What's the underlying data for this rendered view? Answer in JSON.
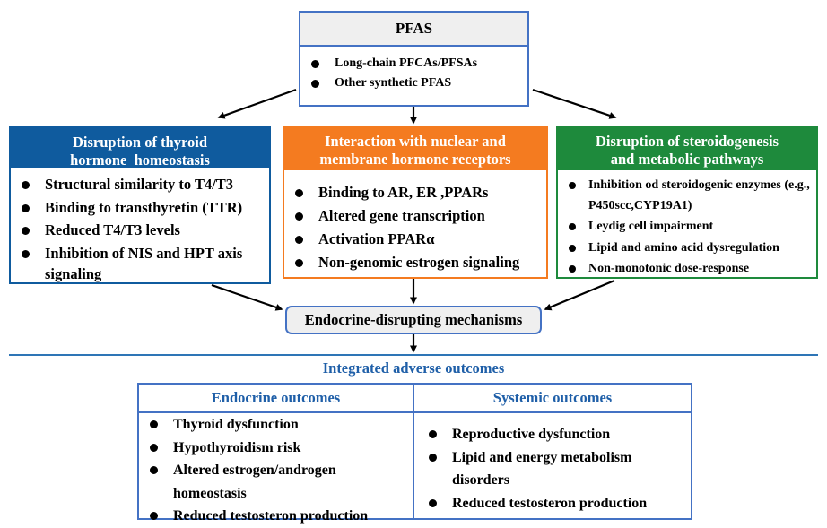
{
  "pfas": {
    "title": "PFAS",
    "items": [
      "Long-chain PFCAs/PFSAs",
      "Other synthetic PFAS"
    ]
  },
  "thyroid": {
    "title_line1": "Disruption of thyroid",
    "title_line2": "hormone  homeostasis",
    "color": "#0f5b9e",
    "items": [
      "Structural similarity to T4/T3",
      "Binding to transthyretin (TTR)",
      "Reduced T4/T3 levels",
      "Inhibition of NIS and HPT axis signaling"
    ]
  },
  "receptor": {
    "title_line1": "Interaction with nuclear and",
    "title_line2": "membrane hormone receptors",
    "color": "#f47b20",
    "items": [
      "Binding to AR, ER ,PPARs",
      "Altered gene transcription",
      "Activation PPARα",
      "Non-genomic estrogen signaling"
    ]
  },
  "steroid": {
    "title_line1": "Disruption of steroidogenesis",
    "title_line2": "and metabolic pathways",
    "color": "#1e8a3c",
    "items": [
      "Inhibition od steroidogenic enzymes (e.g., P450scc,CYP19A1)",
      "Leydig cell impairment",
      "Lipid and amino acid dysregulation",
      "Non-monotonic dose-response"
    ]
  },
  "mechanisms": {
    "label": "Endocrine-disrupting mechanisms"
  },
  "integrated": {
    "title": "Integrated adverse outcomes"
  },
  "endocrine_outcomes": {
    "title": "Endocrine outcomes",
    "items": [
      "Thyroid dysfunction",
      "Hypothyroidism risk",
      "Altered estrogen/androgen homeostasis",
      "Reduced testosteron production"
    ]
  },
  "systemic_outcomes": {
    "title": "Systemic outcomes",
    "items": [
      "Reproductive dysfunction",
      "Lipid and energy metabolism disorders",
      "Reduced testosteron production"
    ]
  }
}
